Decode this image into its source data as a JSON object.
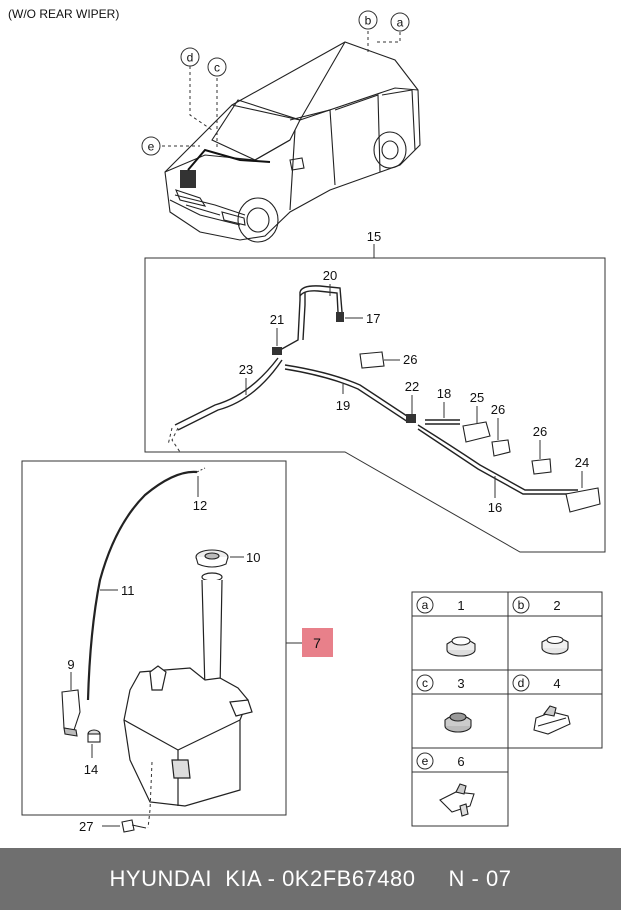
{
  "caption": "(W/O REAR WIPER)",
  "callouts": {
    "a": "a",
    "b": "b",
    "c": "c",
    "d": "d",
    "e": "e"
  },
  "parts": {
    "p7": "7",
    "p9": "9",
    "p10": "10",
    "p11": "11",
    "p12": "12",
    "p14": "14",
    "p15": "15",
    "p16": "16",
    "p17": "17",
    "p18": "18",
    "p19": "19",
    "p20": "20",
    "p21": "21",
    "p22": "22",
    "p23": "23",
    "p24": "24",
    "p25": "25",
    "p26a": "26",
    "p26b": "26",
    "p26c": "26",
    "p27": "27"
  },
  "legend": [
    {
      "key": "a",
      "part": "1"
    },
    {
      "key": "b",
      "part": "2"
    },
    {
      "key": "c",
      "part": "3"
    },
    {
      "key": "d",
      "part": "4"
    },
    {
      "key": "e",
      "part": "6"
    }
  ],
  "colors": {
    "highlight": "#e8808a",
    "footer": "#6f6f6f"
  },
  "footer": {
    "text": "HYUNDAI  KIA - 0K2FB67480     N - 07"
  }
}
